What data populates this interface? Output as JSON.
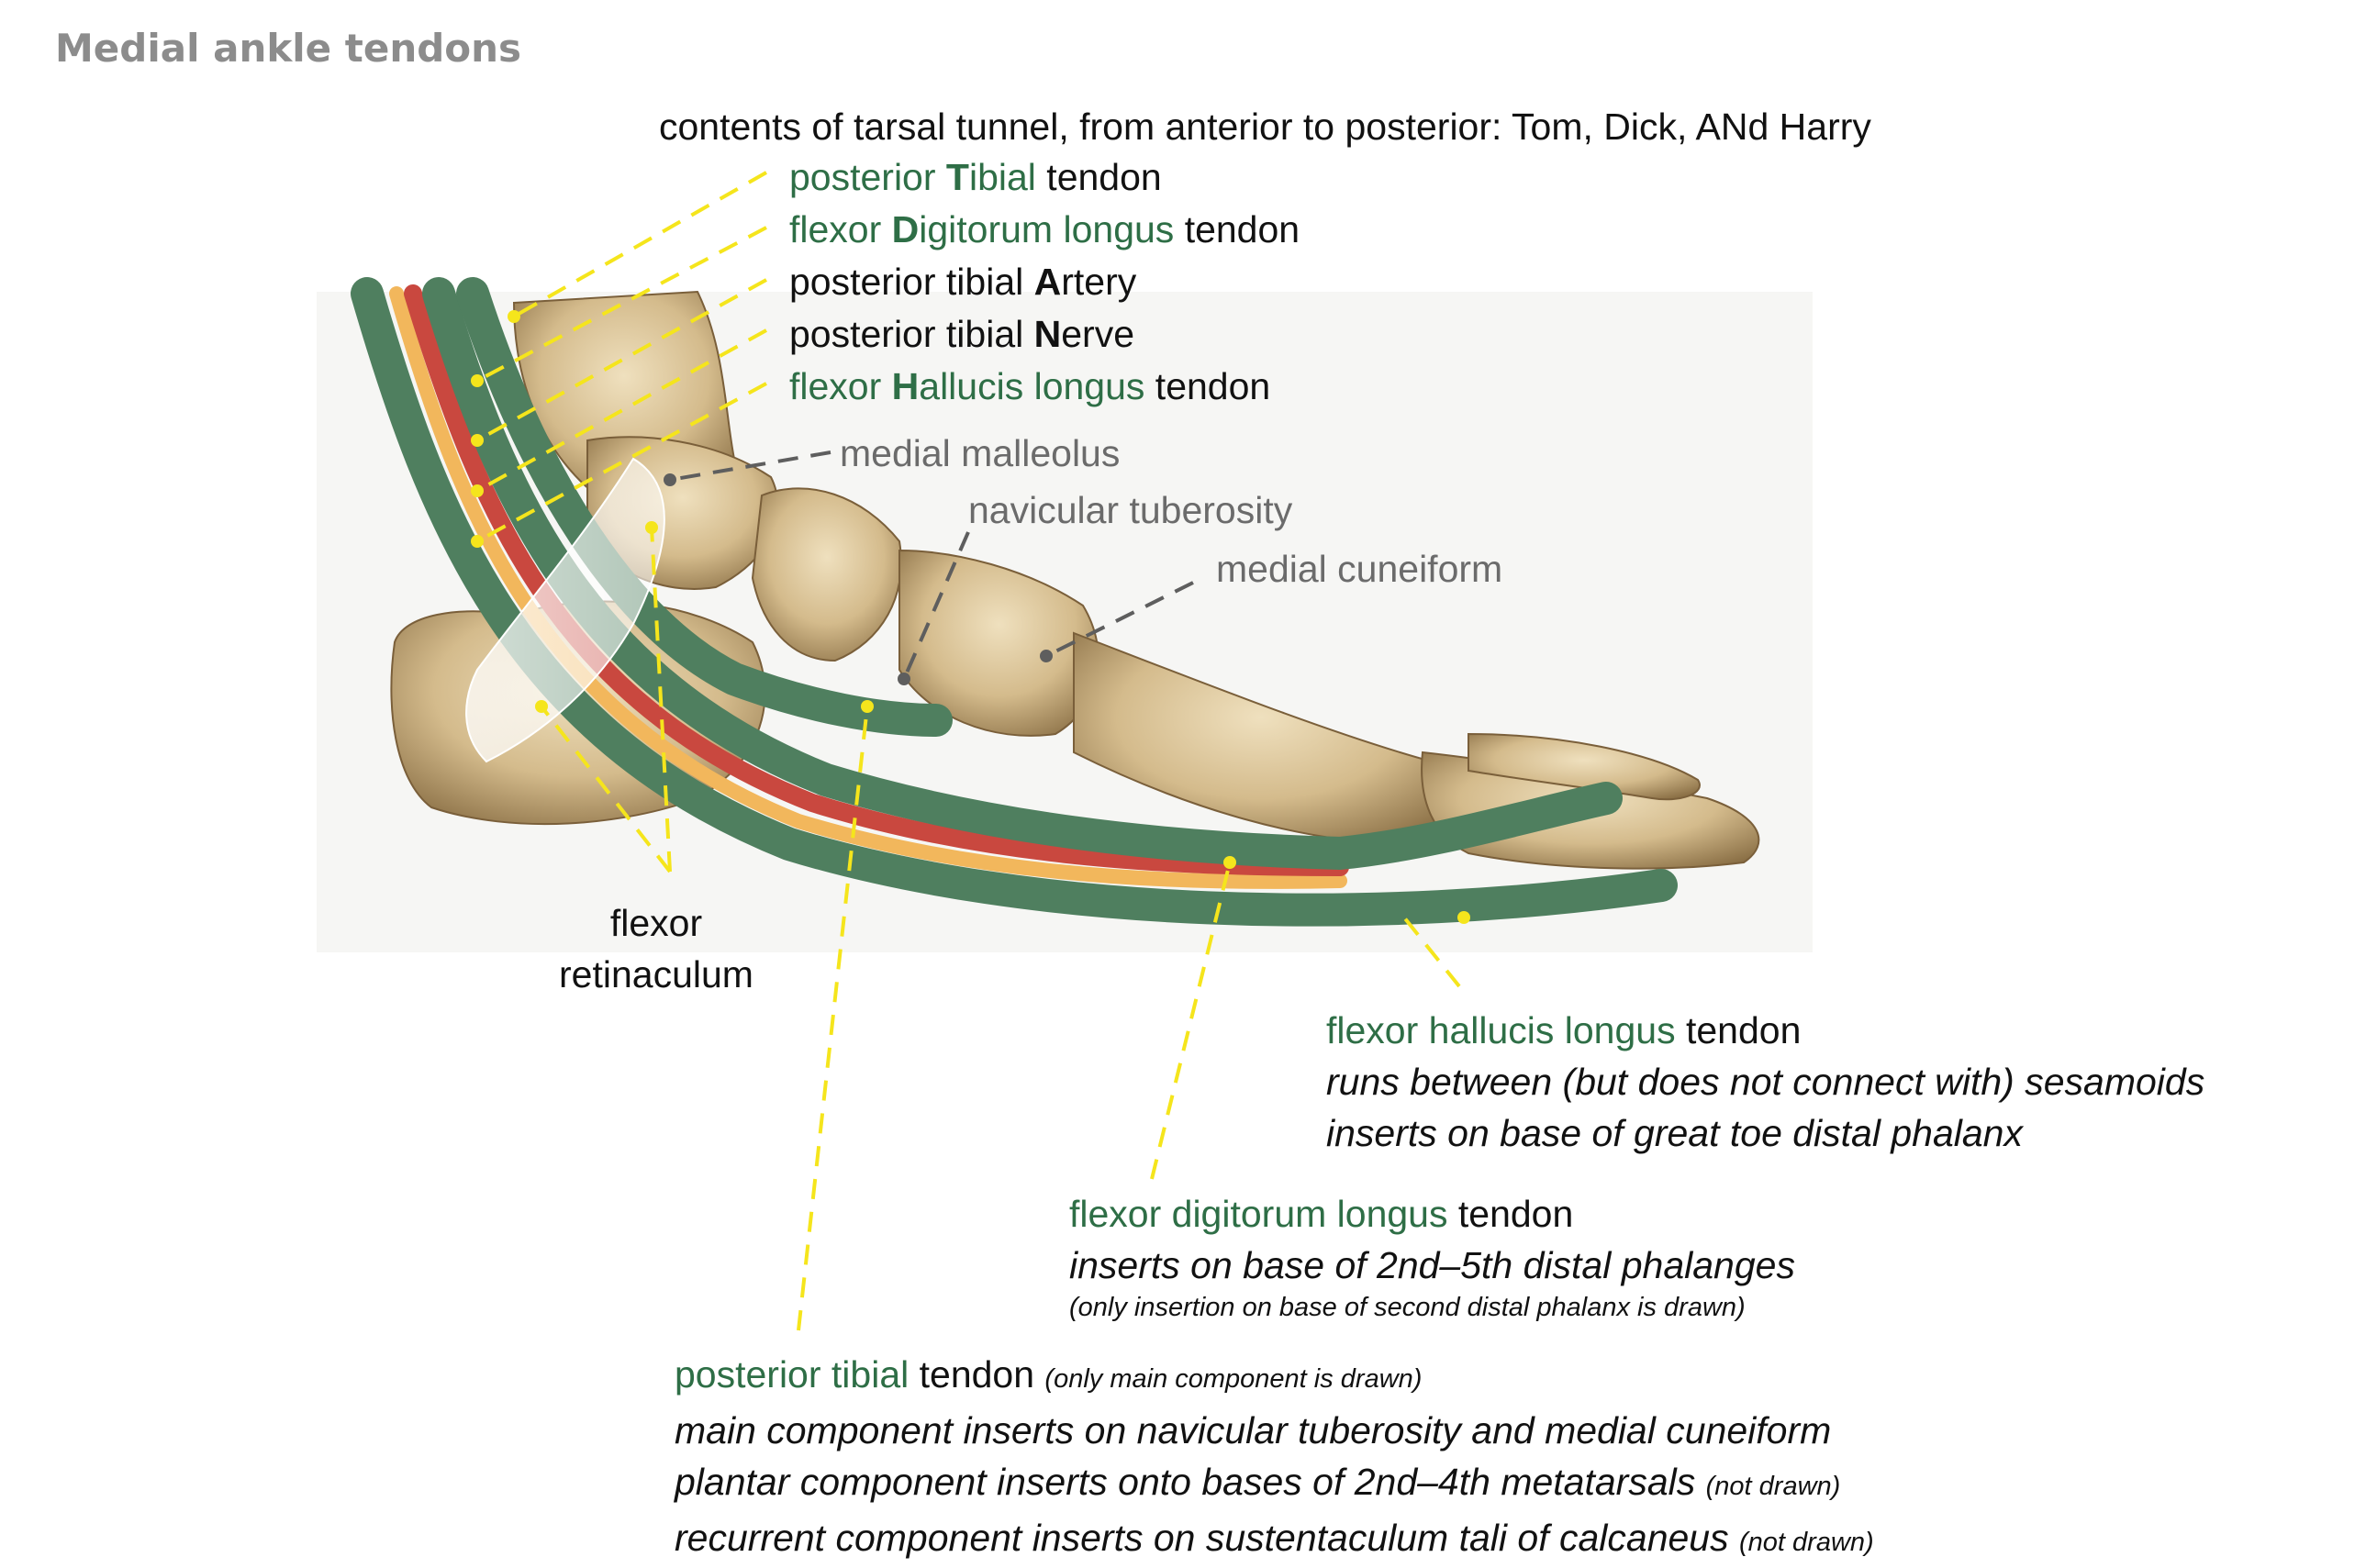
{
  "title": "Medial ankle tendons",
  "header": "contents of tarsal tunnel, from anterior to posterior: Tom, Dick, ANd Harry",
  "tunnel_items": [
    {
      "pre": "posterior ",
      "bold": "T",
      "post": "ibial",
      "suffix": " tendon"
    },
    {
      "pre": "flexor ",
      "bold": "D",
      "post": "igitorum longus",
      "suffix": " tendon"
    },
    {
      "pre": "posterior tibial ",
      "bold": "A",
      "post": "rtery",
      "suffix": ""
    },
    {
      "pre": "posterior tibial ",
      "bold": "N",
      "post": "erve",
      "suffix": ""
    },
    {
      "pre": "flexor ",
      "bold": "H",
      "post": "allucis longus",
      "suffix": " tendon"
    }
  ],
  "bone_labels": {
    "malleolus": "medial malleolus",
    "navicular": "navicular tuberosity",
    "cuneiform": "medial cuneiform"
  },
  "retinaculum": {
    "line1": "flexor",
    "line2": "retinaculum"
  },
  "fhl": {
    "name": "flexor hallucis longus",
    "suffix": " tendon",
    "line1": "runs between (but does not connect with) sesamoids",
    "line2": "inserts on base of great toe distal phalanx"
  },
  "fdl": {
    "name": "flexor digitorum longus",
    "suffix": " tendon",
    "line1": "inserts on base of 2nd–5th distal phalanges",
    "note": "(only insertion on base of second distal phalanx is drawn)"
  },
  "pt": {
    "name": "posterior tibial",
    "suffix": " tendon ",
    "note": "(only main component is drawn)",
    "line1": "main component inserts on navicular tuberosity and medial cuneiform",
    "line2": "plantar component inserts onto bases of 2nd–4th metatarsals ",
    "line2_note": "(not drawn)",
    "line3": "recurrent component inserts on sustentaculum tali of calcaneus ",
    "line3_note": "(not drawn)"
  },
  "colors": {
    "tendon": "#4f7f5f",
    "artery": "#c9483f",
    "nerve": "#f2b75c",
    "leader_yellow": "#f5e51c",
    "leader_gray": "#5e5e5e",
    "bone": "#d9c39a",
    "label_green": "#2e6e46"
  }
}
